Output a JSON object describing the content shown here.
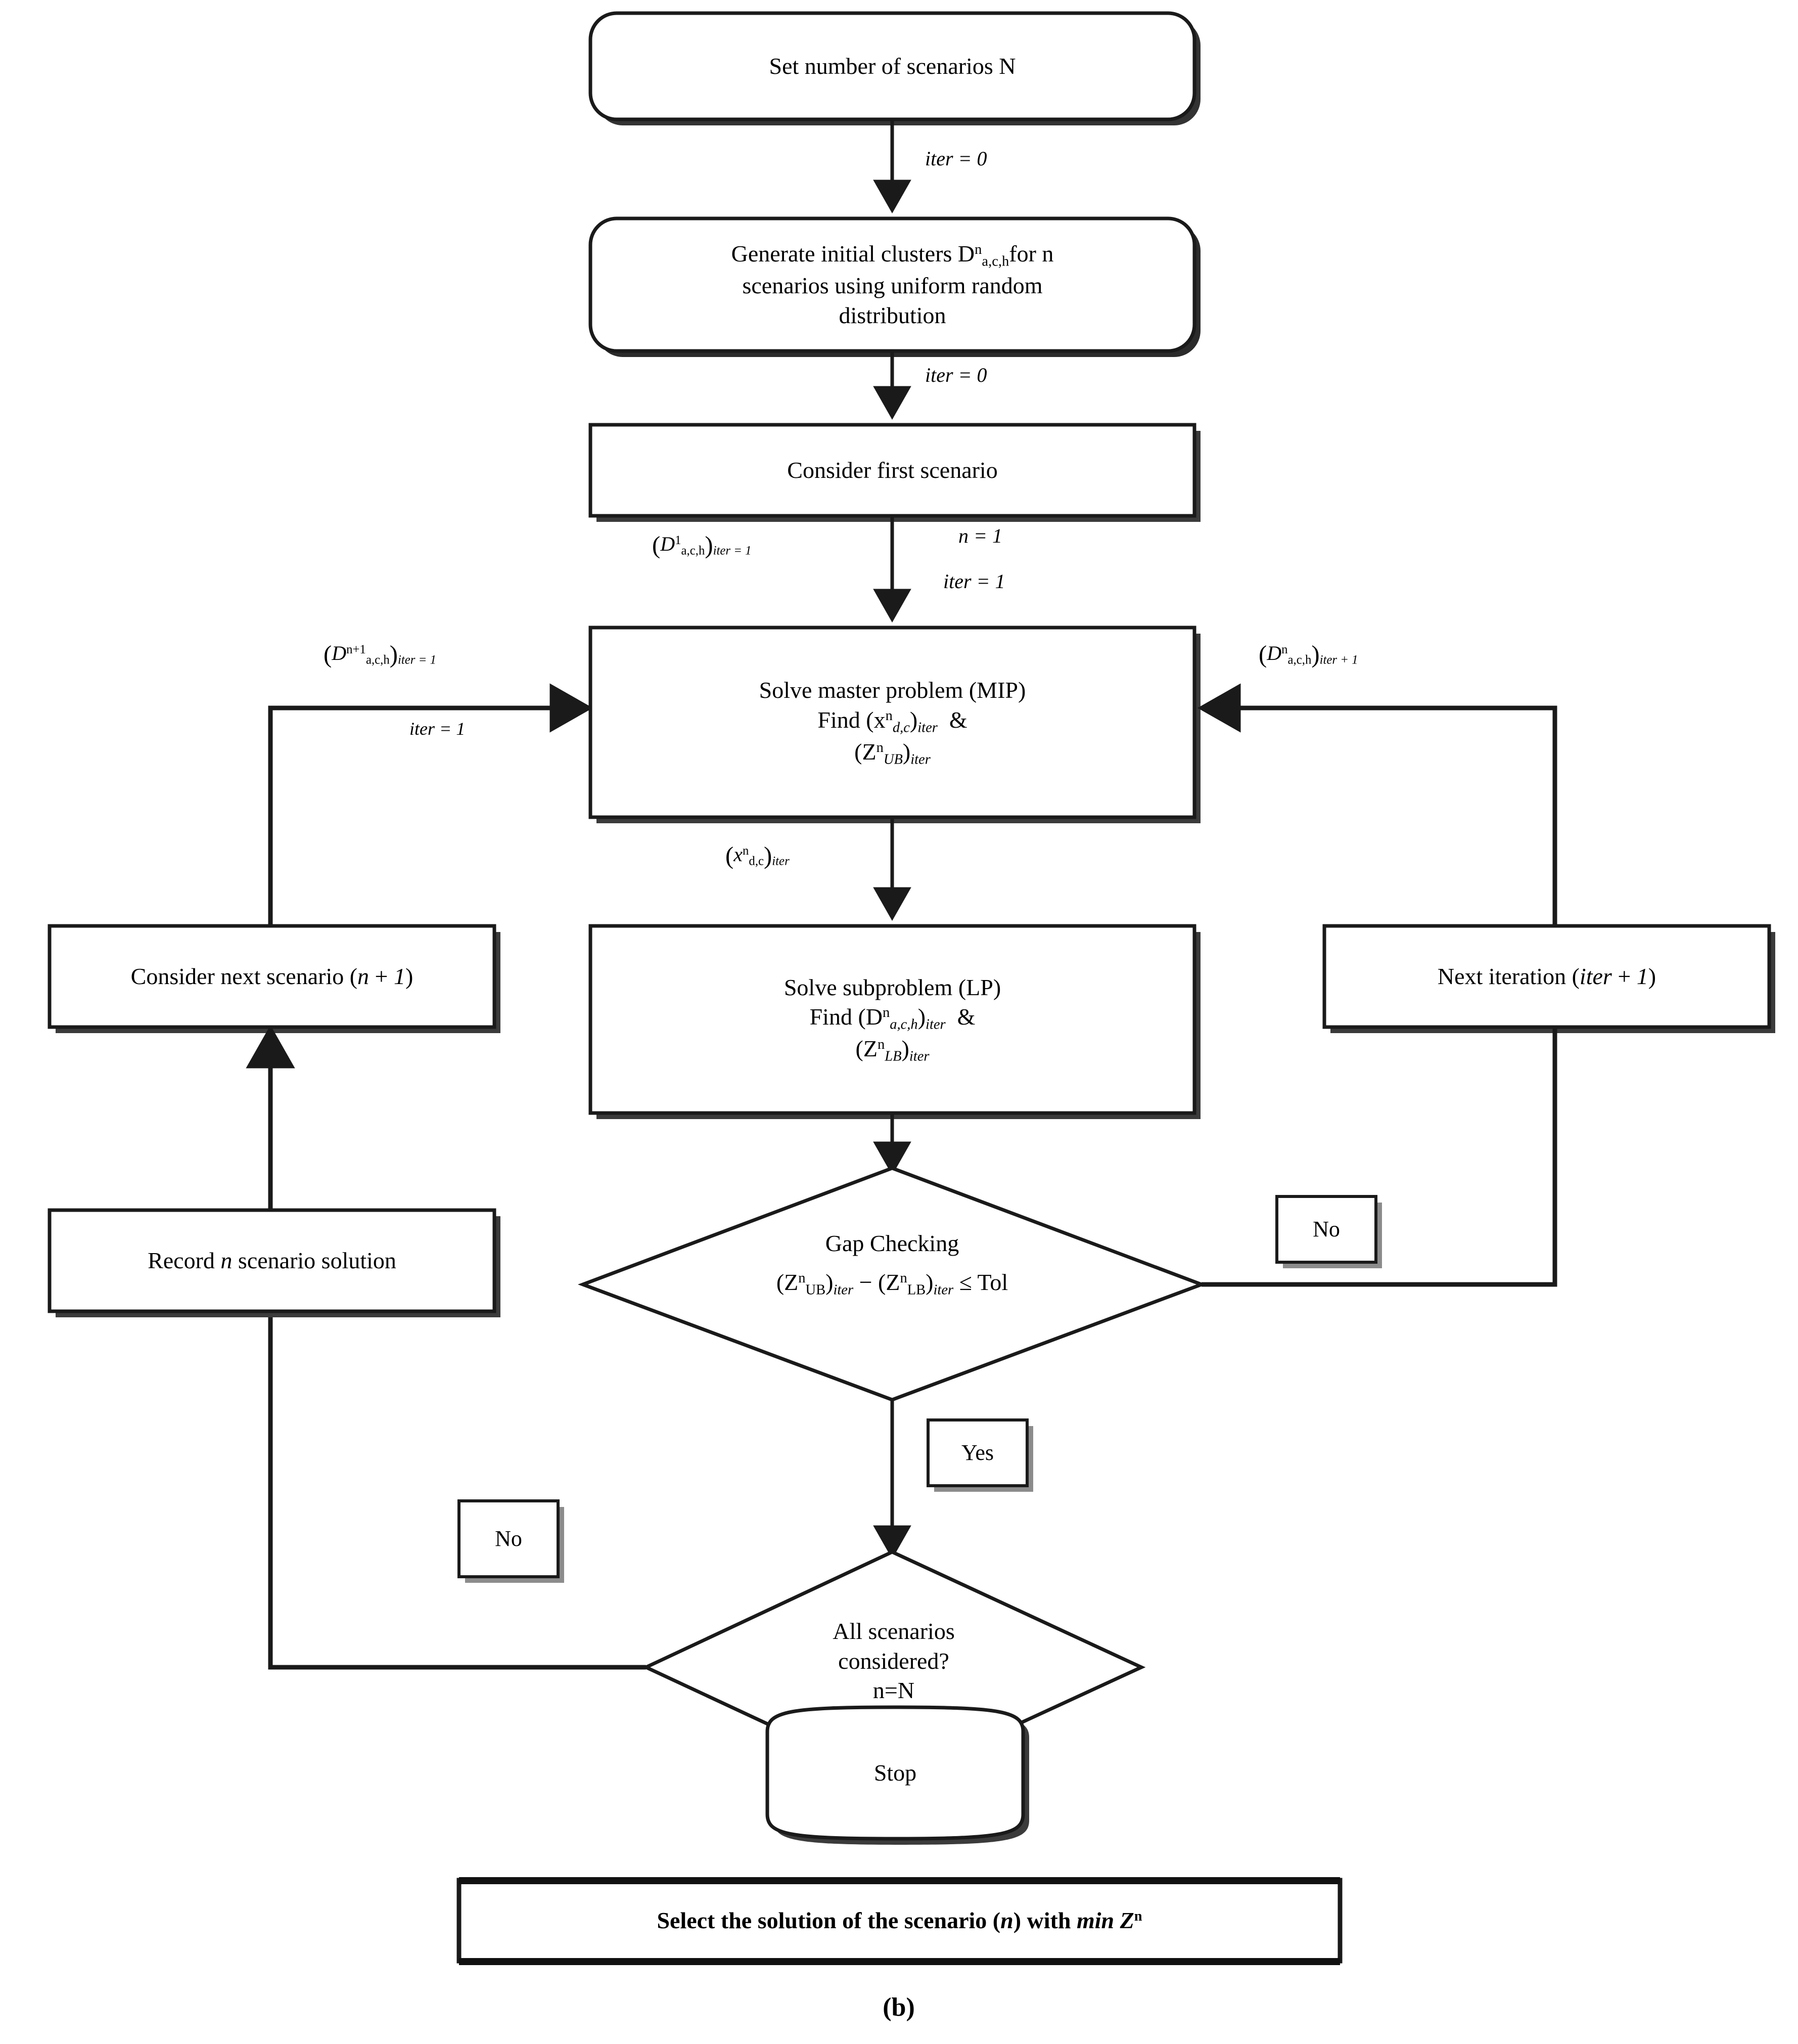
{
  "figure": {
    "caption": "(b)",
    "type": "flowchart",
    "title_absent": true
  },
  "nodes": [
    {
      "id": "set-scenarios",
      "shape": "rounded-rectangle",
      "lines": [
        "Set number of scenarios N"
      ]
    },
    {
      "id": "generate-clusters",
      "shape": "rounded-rectangle",
      "lines": [
        "Generate initial clusters D",
        "scenarios using uniform random",
        "distribution"
      ],
      "line1_prefix": "Generate initial clusters D",
      "line1_sup": "n",
      "line1_sub": "a,c,h",
      "line1_suffix": "for n",
      "line2": "scenarios using uniform random",
      "line3": "distribution"
    },
    {
      "id": "consider-first-scenario",
      "shape": "rectangle",
      "lines": [
        "Consider first scenario"
      ]
    },
    {
      "id": "solve-master",
      "shape": "rectangle",
      "line1": "Solve master problem (MIP)",
      "line2_prefix": "Find (x",
      "line2_sup": "n",
      "line2_sub": "d,c",
      "line2_mid": ")",
      "line2_sub2": "iter",
      "line2_suffix": "&",
      "line3_prefix": "(Z",
      "line3_sup": "n",
      "line3_sub": "UB",
      "line3_mid": ")",
      "line3_sub2": "iter"
    },
    {
      "id": "solve-subproblem",
      "shape": "rectangle",
      "line1": "Solve subproblem (LP)",
      "line2_prefix": "Find (D",
      "line2_sup": "n",
      "line2_sub": "a,c,h",
      "line2_mid": ")",
      "line2_sub2": "iter",
      "line2_suffix": "&",
      "line3_prefix": "(Z",
      "line3_sup": "n",
      "line3_sub": "LB",
      "line3_mid": ")",
      "line3_sub2": "iter"
    },
    {
      "id": "consider-next-scenario",
      "shape": "rectangle",
      "prefix": "Consider next scenario (",
      "var": "n",
      "mid": " + ",
      "num": "1",
      "suffix": ")"
    },
    {
      "id": "next-iteration",
      "shape": "rectangle",
      "prefix": "Next iteration (",
      "var": "iter",
      "mid": " + ",
      "num": "1",
      "suffix": ")"
    },
    {
      "id": "record-solution",
      "shape": "rectangle",
      "prefix": "Record ",
      "var": "n",
      "suffix": " scenario solution"
    },
    {
      "id": "gap-checking",
      "shape": "diamond",
      "line1": "Gap Checking",
      "line2_a_prefix": "(Z",
      "line2_a_sup": "n",
      "line2_a_sub": "UB",
      "line2_a_mid": ")",
      "line2_a_sub2": "iter",
      "line2_minus": " − ",
      "line2_b_prefix": "(Z",
      "line2_b_sup": "n",
      "line2_b_sub": "LB",
      "line2_b_mid": ")",
      "line2_b_sub2": "iter",
      "line2_rel": " ≤  Tol"
    },
    {
      "id": "all-scenarios",
      "shape": "diamond",
      "line1": "All scenarios",
      "line2": "considered?",
      "line3": "n=N"
    },
    {
      "id": "stop",
      "shape": "barrel",
      "lines": [
        "Stop"
      ]
    },
    {
      "id": "select-solution",
      "shape": "rectangle-bold",
      "prefix": "Select the solution of the scenario (",
      "var": "n",
      "mid": ") with ",
      "expr": "min Z",
      "expr_sup": "n"
    }
  ],
  "edge_labels": {
    "iter0_top": "iter = 0",
    "iter0_second": "iter = 0",
    "d1_ach": {
      "open": "(",
      "base": "D",
      "sup": "1",
      "sub": "a,c,h",
      "close": ")",
      "sub2": "iter = 1"
    },
    "n_equals_1": "n = 1",
    "iter_equals_1_right": "iter = 1",
    "d_np1_ach": {
      "open": "(",
      "base": "D",
      "sup": "n+1",
      "sub": "a,c,h",
      "close": ")",
      "sub2": "iter = 1"
    },
    "iter_equals_1_left": "iter = 1",
    "d_n_ach_iterp1": {
      "open": "(",
      "base": "D",
      "sup": "n",
      "sub": "a,c,h",
      "close": ")",
      "sub2": "iter + 1"
    },
    "x_n_dc_iter": {
      "open": "(",
      "base": "x",
      "sup": "n",
      "sub": "d,c",
      "close": ")",
      "sub2": "iter"
    }
  },
  "decision_labels": {
    "gap_no": "No",
    "gap_yes": "Yes",
    "scenarios_no": "No"
  },
  "colors": {
    "stroke": "#1a1a1a",
    "shadow": "#7f7f7f",
    "shadow_light": "#c9c9c9",
    "fill": "#ffffff",
    "text": "#000000"
  }
}
